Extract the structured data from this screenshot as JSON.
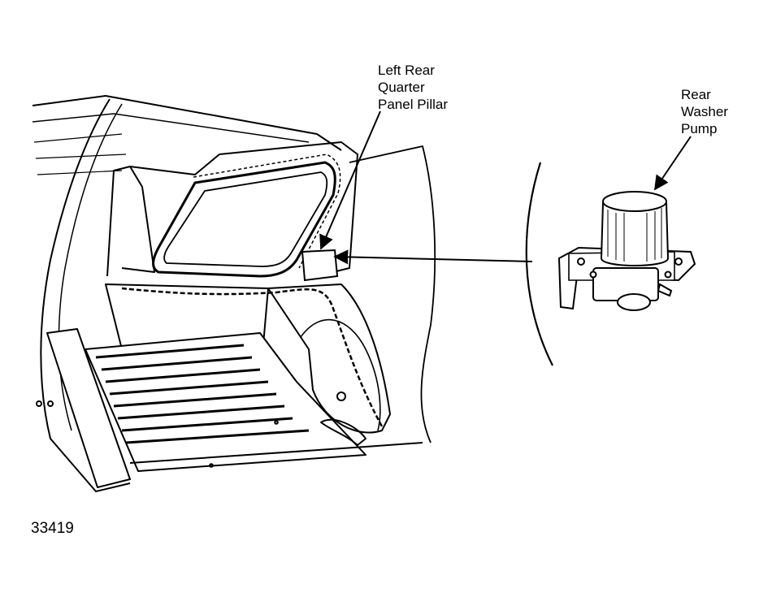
{
  "callouts": {
    "pillar": [
      "Left Rear",
      "Quarter",
      "Panel Pillar"
    ],
    "pump": [
      "Rear",
      "Washer",
      "Pump"
    ]
  },
  "figure_number": "33419",
  "colors": {
    "ink": "#000000",
    "paper": "#ffffff"
  }
}
